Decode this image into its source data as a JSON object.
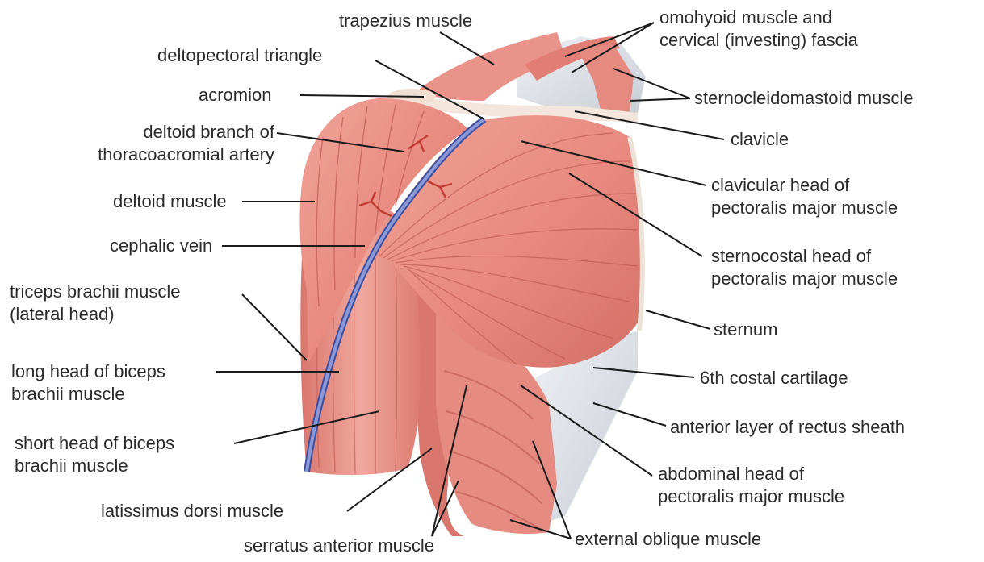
{
  "colors": {
    "muscle": "#e8897f",
    "muscle_light": "#f3b3a9",
    "muscle_dark": "#c9655d",
    "fiber": "#b9544d",
    "vein": "#6f7fc4",
    "artery": "#c23c35",
    "bone": "#f2e6da",
    "fascia": "#d9dde3",
    "leader": "#1a1a1a",
    "text": "#2b2b2b"
  },
  "labels": {
    "trapezius": [
      "trapezius muscle"
    ],
    "omohyoid": [
      "omohyoid muscle and",
      "cervical (investing) fascia"
    ],
    "deltopectoral": [
      "deltopectoral triangle"
    ],
    "acromion": [
      "acromion"
    ],
    "sternocleidomastoid": [
      "sternocleidomastoid muscle"
    ],
    "deltoid_branch": [
      "deltoid branch of",
      "thoracoacromial artery"
    ],
    "clavicle": [
      "clavicle"
    ],
    "deltoid": [
      "deltoid muscle"
    ],
    "clavicular_head": [
      "clavicular head of",
      "pectoralis major muscle"
    ],
    "cephalic": [
      "cephalic vein"
    ],
    "sternocostal_head": [
      "sternocostal head of",
      "pectoralis major muscle"
    ],
    "triceps": [
      "triceps brachii muscle",
      "(lateral head)"
    ],
    "sternum": [
      "sternum"
    ],
    "long_head_biceps": [
      "long head of biceps",
      "brachii muscle"
    ],
    "costal_cartilage": [
      "6th costal cartilage"
    ],
    "rectus_sheath": [
      "anterior layer of rectus sheath"
    ],
    "short_head_biceps": [
      "short head of biceps",
      "brachii muscle"
    ],
    "abdominal_head": [
      "abdominal head of",
      "pectoralis major muscle"
    ],
    "latissimus": [
      "latissimus dorsi muscle"
    ],
    "serratus": [
      "serratus anterior muscle"
    ],
    "external_oblique": [
      "external oblique muscle"
    ]
  }
}
